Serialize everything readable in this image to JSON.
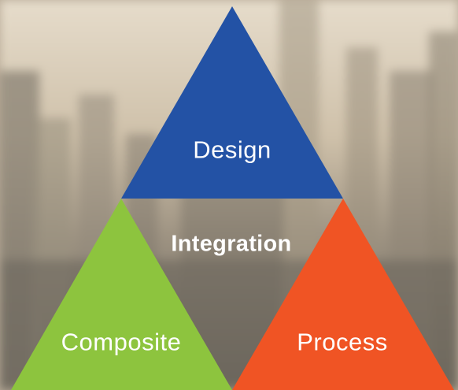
{
  "diagram": {
    "top_triangle": {
      "label": "Design",
      "color": "#2352a5"
    },
    "left_triangle": {
      "label": "Composite",
      "color": "#8dc43e"
    },
    "right_triangle": {
      "label": "Process",
      "color": "#f05424"
    },
    "center_label": "Integration"
  },
  "background": {
    "description_colors": {
      "sky": "#d9cbb4",
      "haze": "#c2b39d",
      "city": "#6f6a60"
    }
  }
}
